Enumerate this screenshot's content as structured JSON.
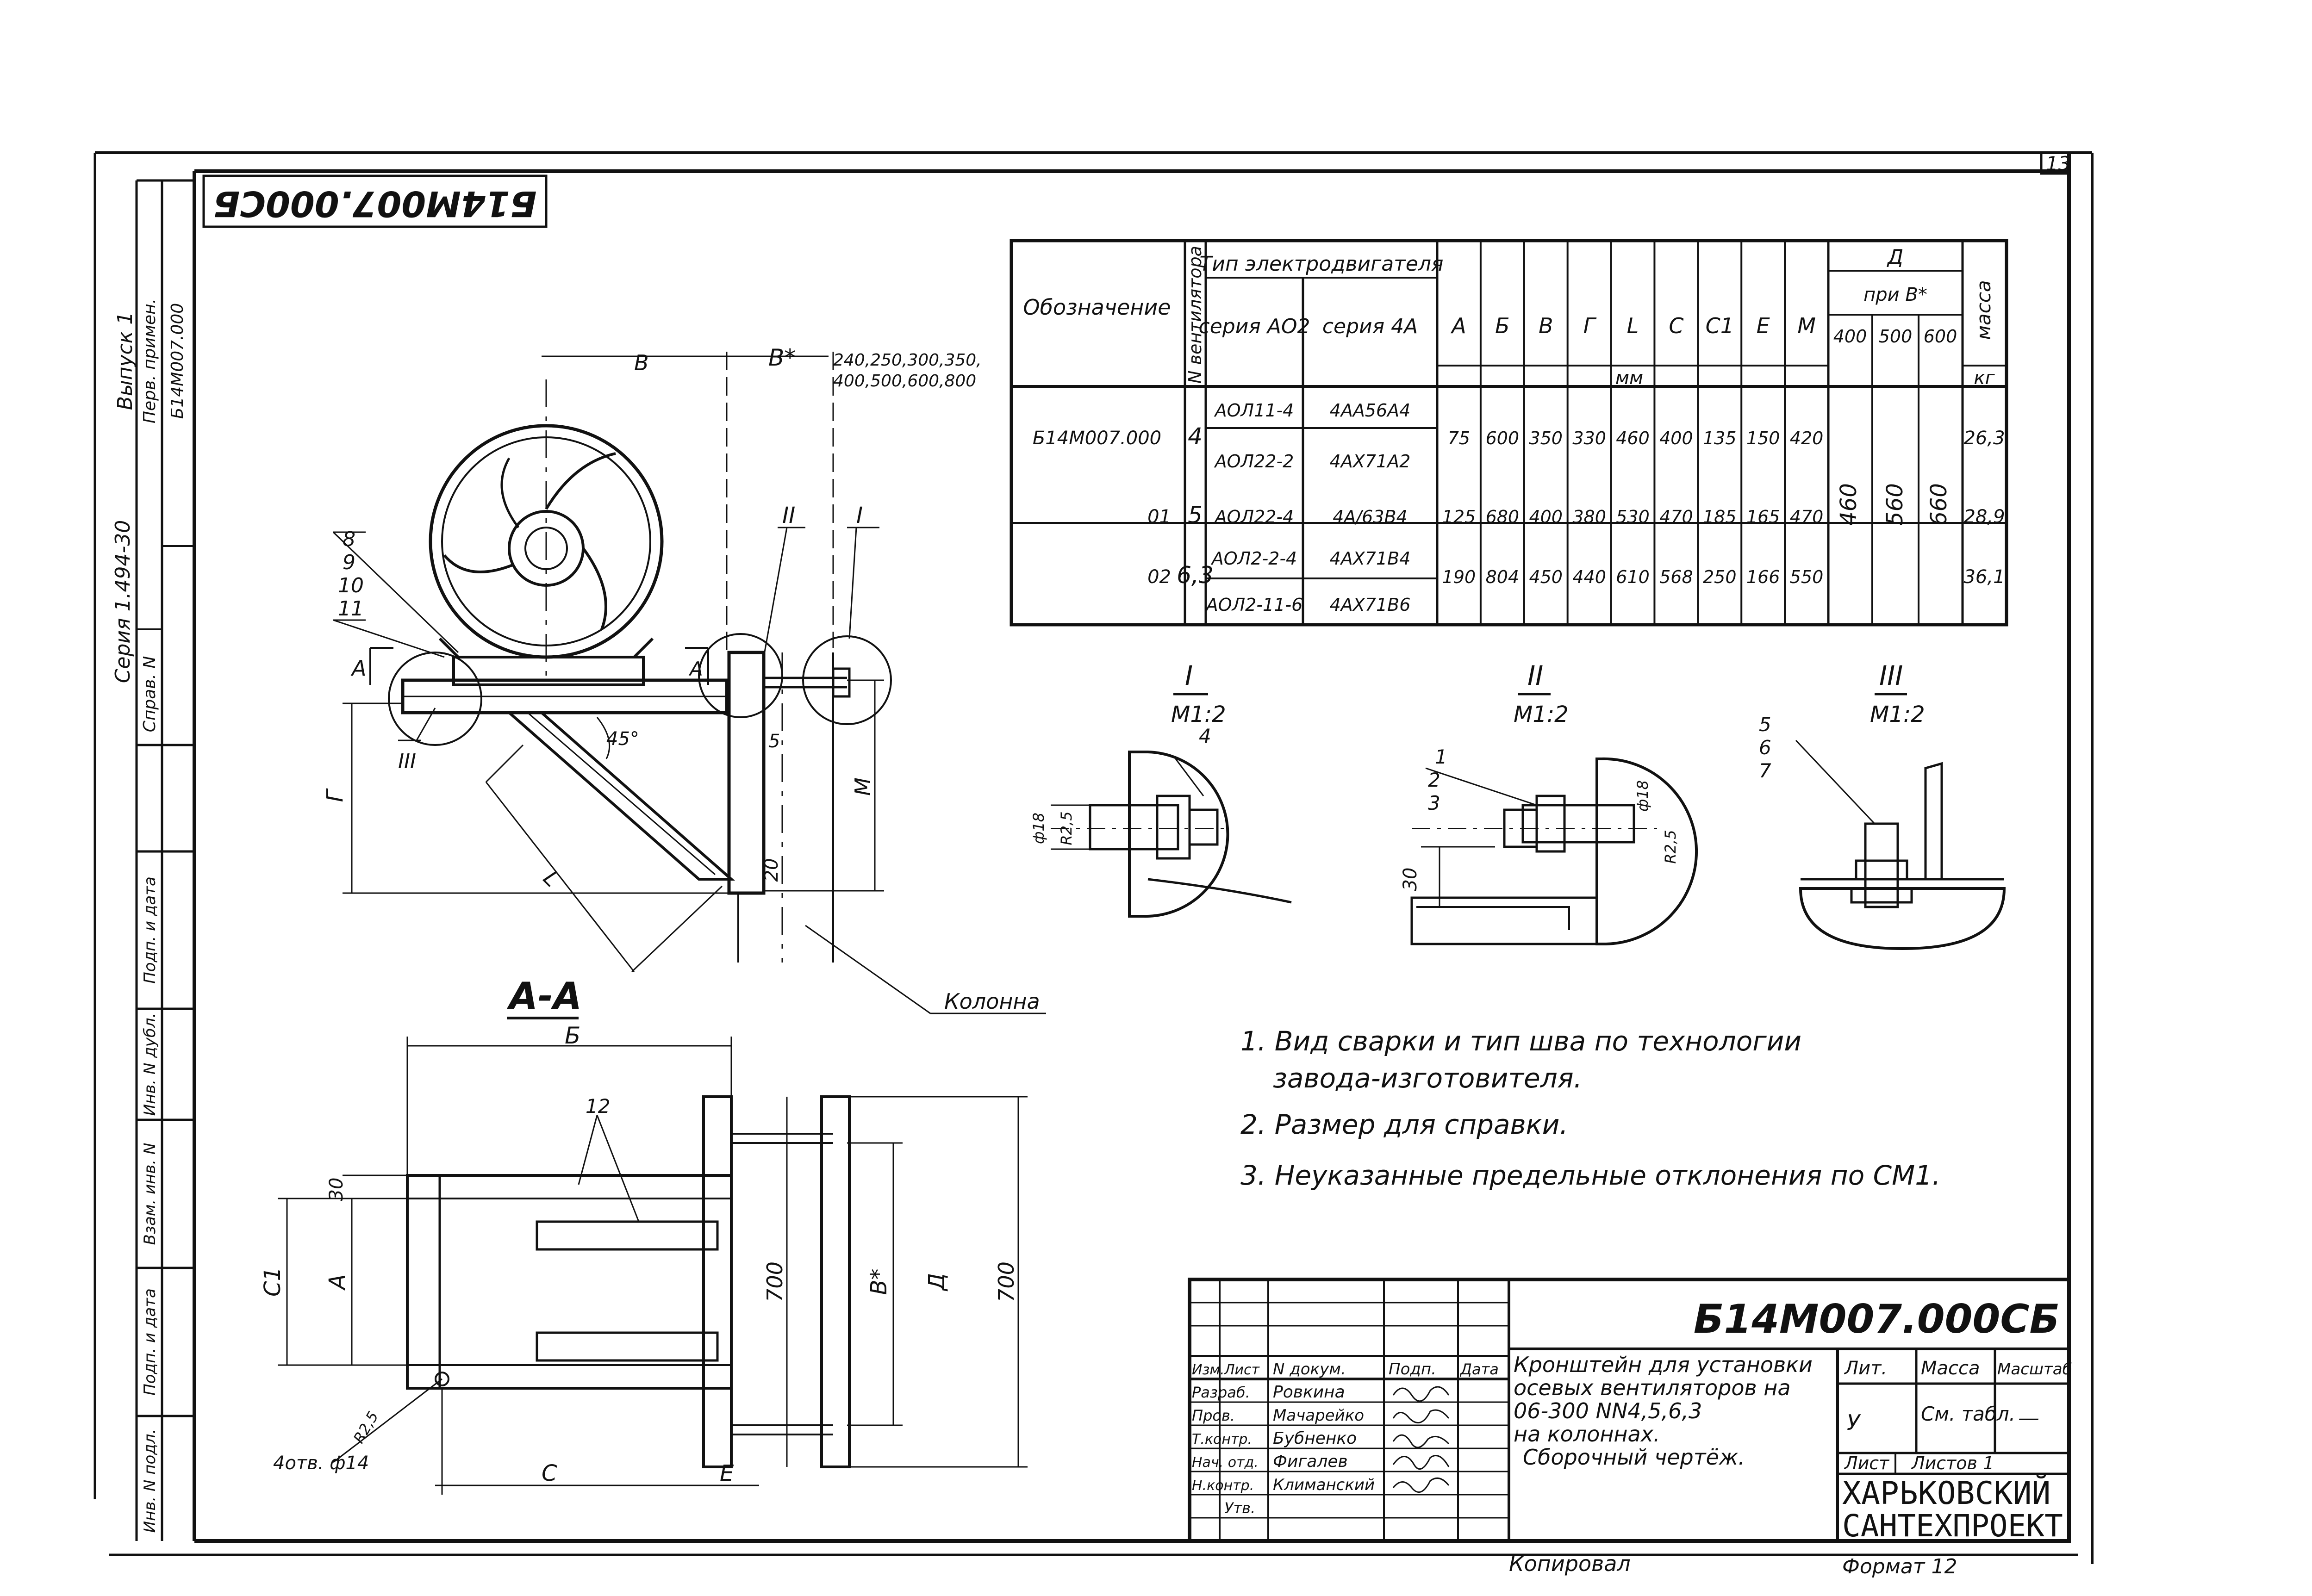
{
  "page_number": "13",
  "rotated_doc_code": "Б14М007.000СБ",
  "left_strip": {
    "issue": "Выпуск 1",
    "first_use_label": "Перв. примен.",
    "first_use_value": "Б14М007.000",
    "series": "Серия 1.494-30",
    "reference_label": "Справ. N",
    "stamp_cells": [
      "Инв. N подл.",
      "Подп. и дата",
      "Взам. инв. N",
      "Инв. N дубл.",
      "Подп. и дата"
    ]
  },
  "spec_table": {
    "headers": {
      "designation": "Обозначение",
      "fan_number": "N вентилятора",
      "motor_type": "Тип электродвигателя",
      "series_a": "серия АО2",
      "series_b": "серия 4А",
      "dims": [
        "А",
        "Б",
        "В",
        "Г",
        "L",
        "С",
        "С1",
        "Е",
        "М"
      ],
      "d_label": "Д",
      "d_sub": "при В*",
      "d_cols": [
        "400",
        "500",
        "600"
      ],
      "mass": "масса",
      "unit_mm": "мм",
      "unit_kg": "кг"
    },
    "rows": [
      {
        "designation": "Б14М007.000",
        "fan": "4",
        "motor_a": [
          "АОЛ11-4",
          "АОЛ22-2"
        ],
        "motor_b": [
          "4АА56А4",
          "4АХ71А2"
        ],
        "dims": [
          "75",
          "600",
          "350",
          "330",
          "460",
          "400",
          "135",
          "150",
          "420"
        ],
        "mass": "26,3"
      },
      {
        "designation": "01",
        "fan": "5",
        "motor_a": [
          "АОЛ22-4"
        ],
        "motor_b": [
          "4А/63В4"
        ],
        "dims": [
          "125",
          "680",
          "400",
          "380",
          "530",
          "470",
          "185",
          "165",
          "470"
        ],
        "mass": "28,9"
      },
      {
        "designation": "02",
        "fan": "6,3",
        "motor_a": [
          "АОЛ2-2-4",
          "АОЛ2-11-6"
        ],
        "motor_b": [
          "4АХ71В4",
          "4АХ71В6"
        ],
        "dims": [
          "190",
          "804",
          "450",
          "440",
          "610",
          "568",
          "250",
          "166",
          "550"
        ],
        "mass": "36,1"
      }
    ],
    "d_values": [
      "460",
      "560",
      "660"
    ]
  },
  "drawing_labels": {
    "dim_b": "В",
    "dim_bstar": "В*",
    "bstar_values": "240,250,300,350,\n400,500,600,800",
    "leaders": [
      "8",
      "9",
      "10",
      "11"
    ],
    "section_marks": [
      "А",
      "А"
    ],
    "callout_I": "I",
    "callout_II": "II",
    "callout_III": "III",
    "dim_G": "Г",
    "dim_L": "L",
    "dim_M": "М",
    "angle": "45°",
    "dim_5": "5",
    "dim_20": "20",
    "column_label": "Колонна"
  },
  "section_view": {
    "title": "А-А",
    "dim_B": "Б",
    "dim_30": "30",
    "dim_C1": "С1",
    "dim_A": "А",
    "dim_700_left": "700",
    "dim_bstar": "В*",
    "dim_D": "Д",
    "dim_700_right": "700",
    "dim_C": "С",
    "dim_E": "Е",
    "leader_12": "12",
    "hole_note": "4отв. ф14",
    "radius_note": "R2,5"
  },
  "details": [
    {
      "id": "detail-I",
      "title": "I",
      "scale": "М1:2",
      "leaders": [
        "4"
      ],
      "dims": [
        "ф18",
        "R2,5"
      ]
    },
    {
      "id": "detail-II",
      "title": "II",
      "scale": "М1:2",
      "leaders": [
        "1",
        "2",
        "3"
      ],
      "dims": [
        "ф18",
        "30",
        "R2,5"
      ]
    },
    {
      "id": "detail-III",
      "title": "III",
      "scale": "М1:2",
      "leaders": [
        "5",
        "6",
        "7"
      ],
      "dims": []
    }
  ],
  "notes": [
    "1. Вид сварки и тип шва по технологии",
    "завода-изготовителя.",
    "2. Размер   для справки.",
    "3. Неуказанные предельные отклонения по СМ1."
  ],
  "title_block": {
    "code": "Б14М007.000СБ",
    "title_lines": [
      "Кронштейн для установки",
      "осевых вентиляторов на",
      "06-300 NN4,5,6,3",
      "на колоннах."
    ],
    "doc_type": "Сборочный чертёж.",
    "col_headers": [
      "Изм.",
      "Лист",
      "N докум.",
      "Подп.",
      "Дата"
    ],
    "roles": [
      {
        "role": "Разраб.",
        "name": "Ровкина"
      },
      {
        "role": "Пров.",
        "name": "Мачарейко"
      },
      {
        "role": "Т.контр.",
        "name": "Бубненко"
      },
      {
        "role": "Нач. отд.",
        "name": "Фигалев"
      },
      {
        "role": "Н.контр.",
        "name": "Климанский"
      },
      {
        "role": "Утв.",
        "name": ""
      }
    ],
    "lit_label": "Лит.",
    "mass_label": "Масса",
    "scale_label": "Масштаб",
    "lit_value": "У",
    "mass_value": "См. табл.",
    "scale_value": "—",
    "sheet_label": "Лист",
    "sheets_label": "Листов 1",
    "org_line1": "ХАРЬКОВСКИЙ",
    "org_line2": "САНТЕХПРОЕКТ",
    "copied": "Копировал",
    "format": "Формат 12"
  }
}
